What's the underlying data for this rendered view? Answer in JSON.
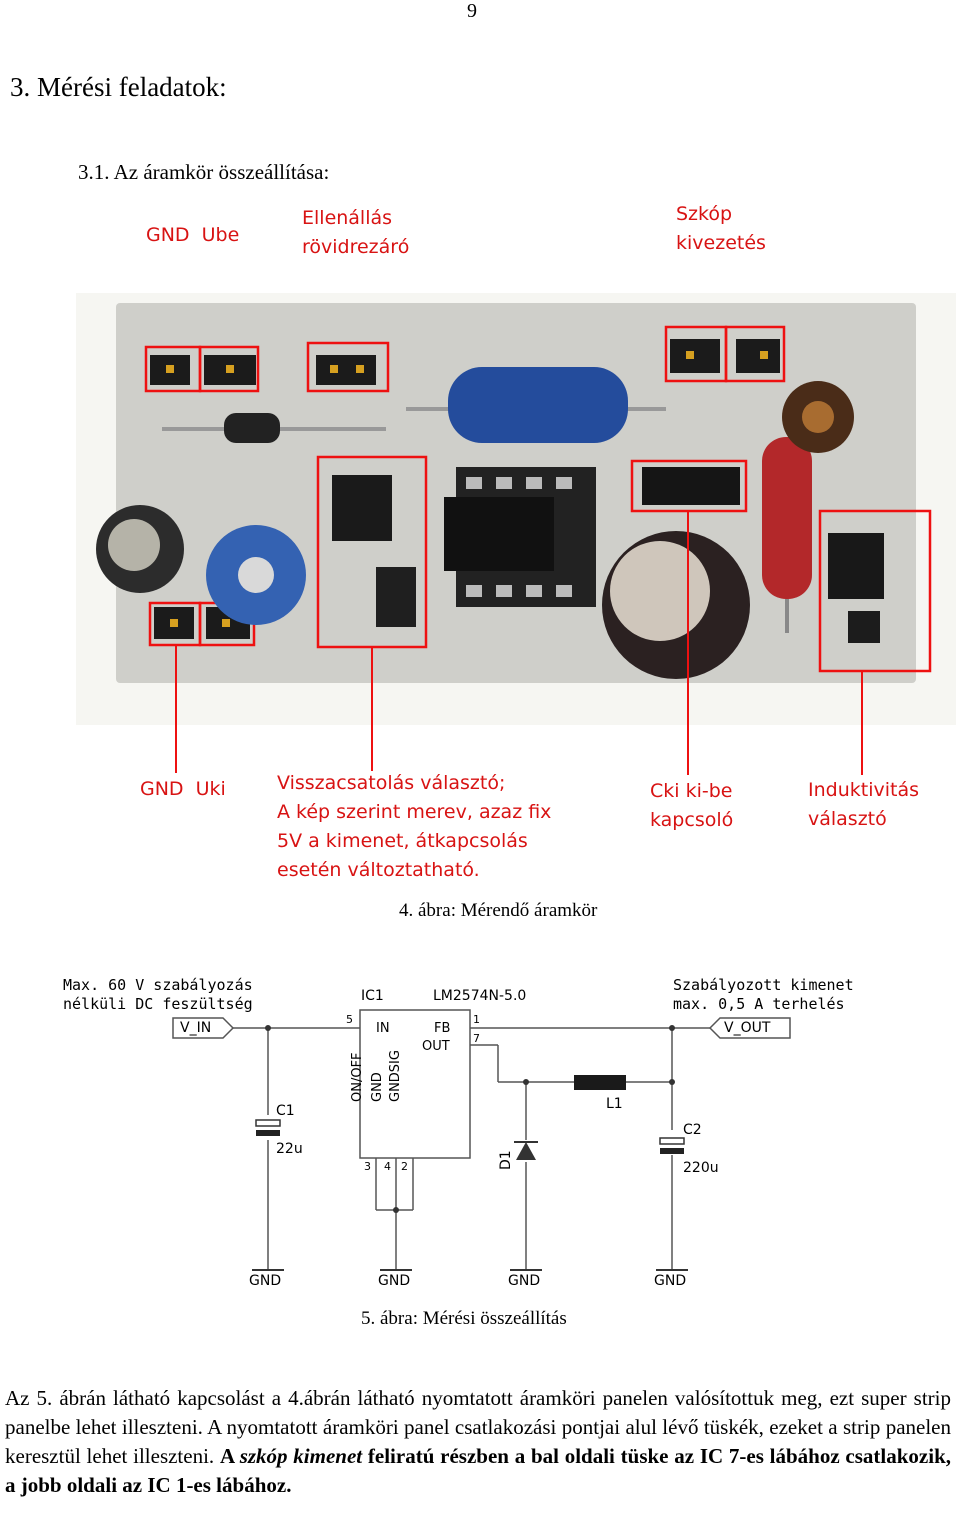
{
  "page_number": "9",
  "heading": "3. Mérési feladatok:",
  "subheading": "3.1. Az áramkör összeállítása:",
  "photo_labels": {
    "gnd_ube": "GND  Ube",
    "ellenallas": "Ellenállás\nrövidrezáró",
    "szkop": "Szkóp\nkivezetés",
    "gnd_uki": "GND  Uki",
    "visszacsatolas": "Visszacsatolás választó;\nA kép szerint merev, azaz fix\n5V a kimenet, átkapcsolás\nesetén változtatható.",
    "cki": "Cki ki-be\nkapcsoló",
    "induktivitas": "Induktivitás\nválasztó"
  },
  "fig4_caption": "4. ábra: Mérendő áramkör",
  "schematic": {
    "left_note_1": "Max. 60 V szabályozás",
    "left_note_2": "nélküli DC feszültség",
    "right_note_1": "Szabályozott kimenet",
    "right_note_2": "max. 0,5 A terhelés",
    "ic1": "IC1",
    "ic_part": "LM2574N-5.0",
    "v_in": "V_IN",
    "v_out": "V_OUT",
    "pin_in": "IN",
    "pin_fb": "FB",
    "pin_out": "OUT",
    "pin_onoff": "ON/OFF",
    "pin_gnd": "GND",
    "pin_gndsig": "GNDSIG",
    "pin5": "5",
    "pin1": "1",
    "pin7": "7",
    "pin3": "3",
    "pin4": "4",
    "pin2": "2",
    "c1": "C1",
    "c1_val": "22u",
    "c2": "C2",
    "c2_val": "220u",
    "l1": "L1",
    "d1": "D1",
    "gnd": "GND"
  },
  "fig5_caption": "5. ábra: Mérési összeállítás",
  "paragraph": {
    "normal_1": "Az 5. ábrán látható kapcsolást a 4.ábrán látható nyomtatott áramköri panelen valósítottuk meg, ezt super strip panelbe lehet illeszteni. A nyomtatott áramköri panel csatlakozási pontjai alul lévő tüskék, ezeket a strip panelen keresztül lehet illeszteni. ",
    "bold_1": "A ",
    "bold_italic_1": "szkóp kimenet",
    "bold_2": " feliratú részben a bal oldali tüske az IC 7-es lábához csatlakozik, a jobb oldali az IC 1-es lábához."
  }
}
